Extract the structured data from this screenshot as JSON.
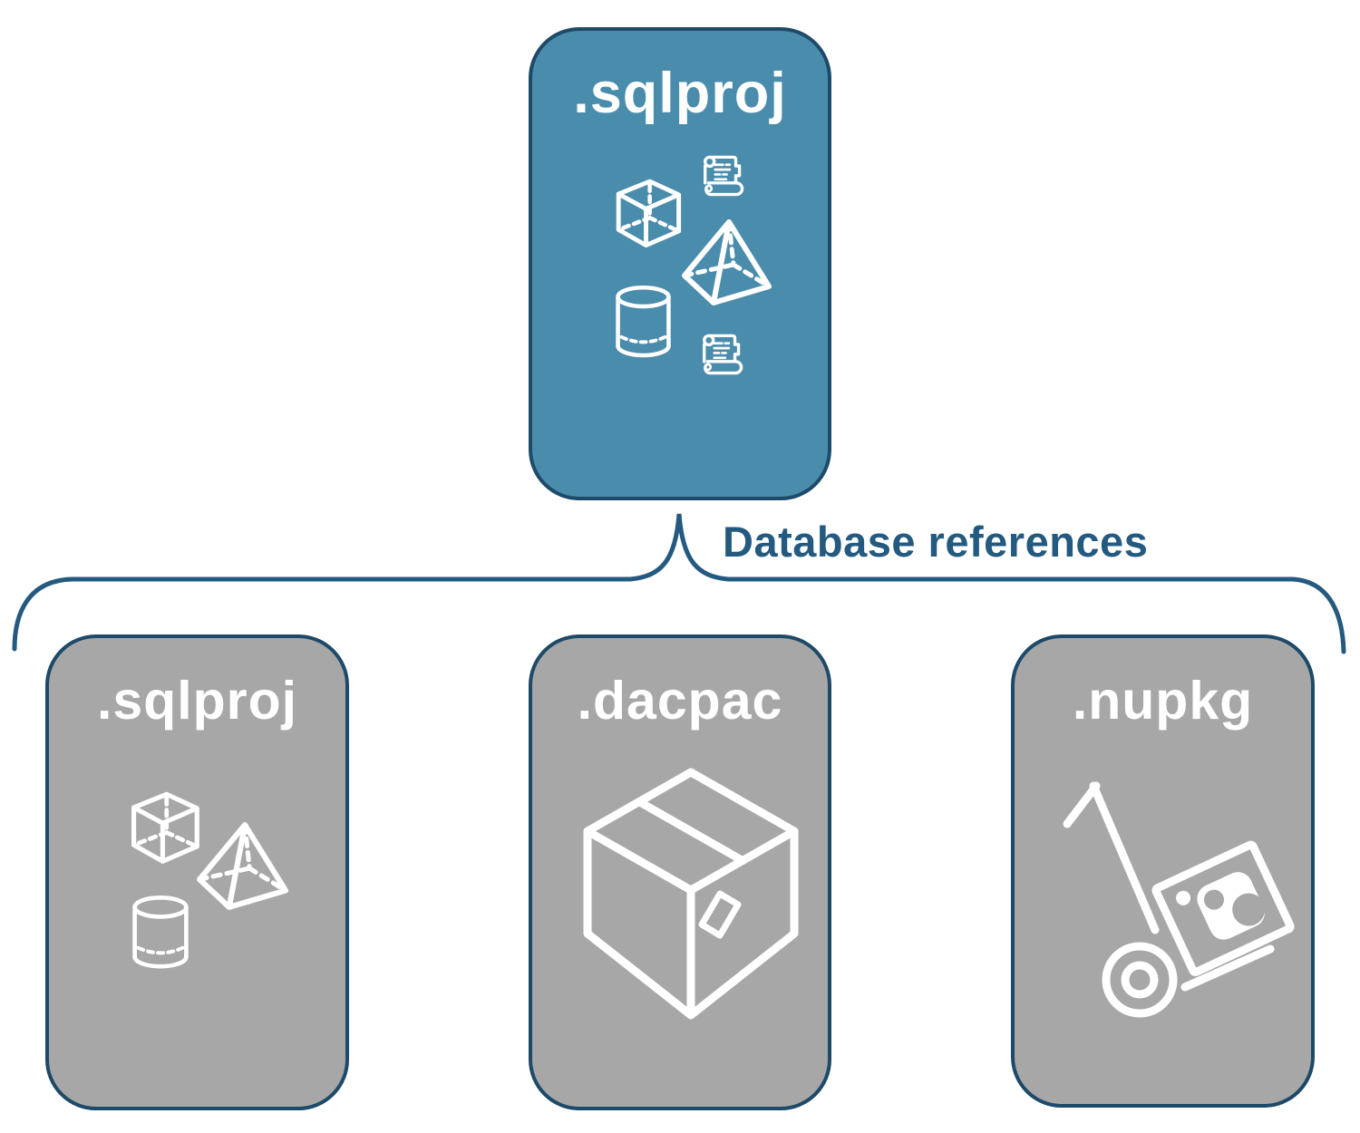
{
  "diagram": {
    "root": {
      "label": ".sqlproj",
      "icons": [
        "cube-icon",
        "script-scroll-icon",
        "pyramid-icon",
        "cylinder-icon",
        "script-scroll-icon"
      ]
    },
    "connector_label": "Database references",
    "children": [
      {
        "label": ".sqlproj",
        "icons": [
          "cube-icon",
          "pyramid-icon",
          "cylinder-icon"
        ]
      },
      {
        "label": ".dacpac",
        "icons": [
          "package-box-icon"
        ]
      },
      {
        "label": ".nupkg",
        "icons": [
          "hand-truck-nuget-icon"
        ]
      }
    ]
  },
  "colors": {
    "root_fill": "#4a8cac",
    "child_fill": "#a7a7a7",
    "card_border": "#1d4a68",
    "connector_color": "#245a80",
    "label_color": "#ffffff"
  }
}
